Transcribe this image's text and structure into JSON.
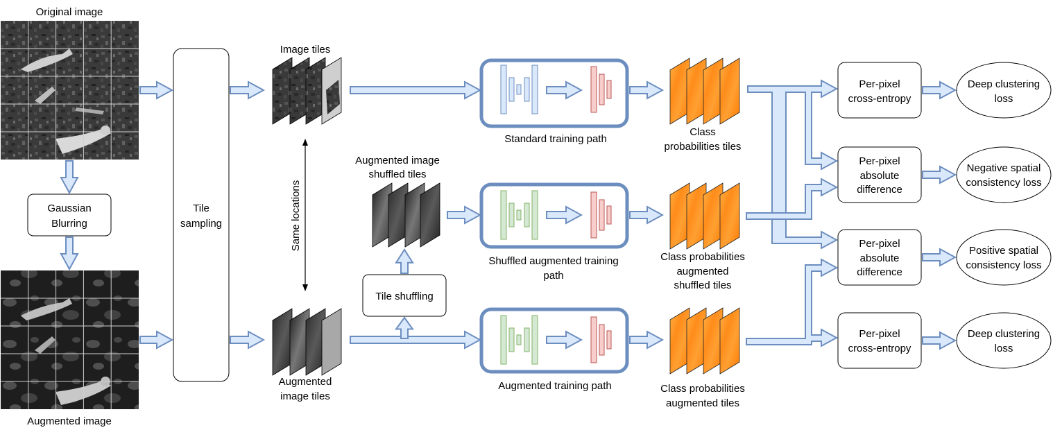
{
  "labels": {
    "original_image": "Original image",
    "augmented_image": "Augmented image",
    "gaussian_blurring": [
      "Gaussian",
      "Blurring"
    ],
    "tile_sampling": [
      "Tile",
      "sampling"
    ],
    "image_tiles": "Image tiles",
    "augmented_image_tiles": [
      "Augmented",
      "image tiles"
    ],
    "same_locations": "Same locations",
    "augmented_shuffled_tiles": [
      "Augmented image",
      "shuffled tiles"
    ],
    "tile_shuffling": "Tile shuffling",
    "standard_path": "Standard training path",
    "shuffled_path": [
      "Shuffled augmented training",
      "path"
    ],
    "augmented_path": "Augmented training path",
    "class_prob_tiles": [
      "Class",
      "probabilities tiles"
    ],
    "class_prob_shuffled": [
      "Class probabilities",
      "augmented",
      "shuffled tiles"
    ],
    "class_prob_augmented": [
      "Class probabilities",
      "augmented tiles"
    ],
    "ops": [
      [
        "Per-pixel",
        "cross-entropy"
      ],
      [
        "Per-pixel",
        "absolute",
        "difference"
      ],
      [
        "Per-pixel",
        "absolute",
        "difference"
      ],
      [
        "Per-pixel",
        "cross-entropy"
      ]
    ],
    "losses": [
      [
        "Deep clustering",
        "loss"
      ],
      [
        "Negative spatial",
        "consistency loss"
      ],
      [
        "Positive spatial",
        "consistency loss"
      ],
      [
        "Deep clustering",
        "loss"
      ]
    ]
  },
  "colors": {
    "arrow_fill": "#dae8fc",
    "arrow_stroke": "#6c8ebf",
    "network_border": "#6c8ebf",
    "encoder_blue_fill": "#dae8fc",
    "encoder_blue_stroke": "#6c8ebf",
    "encoder_green_fill": "#d5e8d4",
    "encoder_green_stroke": "#82b366",
    "decoder_red_fill": "#f8cecc",
    "decoder_red_stroke": "#b85450",
    "prob_tile_orange": "#ff8c1a"
  }
}
